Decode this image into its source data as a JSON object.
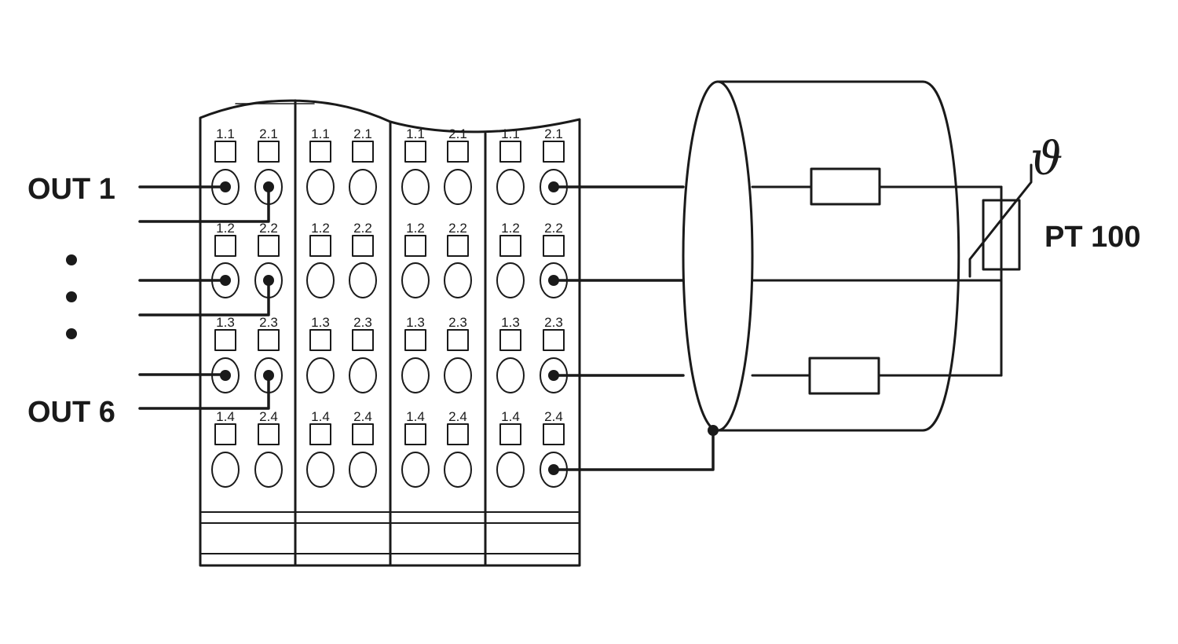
{
  "labels": {
    "out_first": "OUT 1",
    "out_last": "OUT 6",
    "sensor_name": "PT 100",
    "temperature_symbol": "ϑ"
  },
  "terminal_block": {
    "module_count": 4,
    "rows": [
      {
        "left": "1.1",
        "right": "2.1"
      },
      {
        "left": "1.2",
        "right": "2.2"
      },
      {
        "left": "1.3",
        "right": "2.3"
      },
      {
        "left": "1.4",
        "right": "2.4"
      }
    ]
  },
  "colors": {
    "line": "#1a1a1a",
    "background": "#ffffff"
  }
}
